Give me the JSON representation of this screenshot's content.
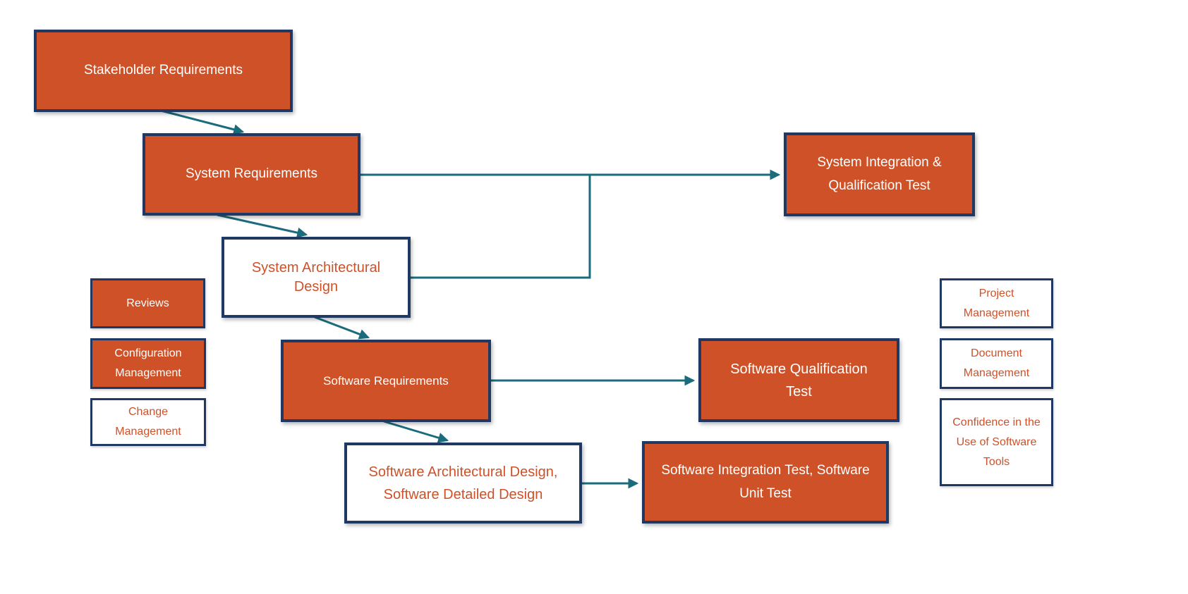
{
  "colors": {
    "orange": "#CF5128",
    "navy": "#1F3864",
    "teal": "#1A6C7D",
    "background": "#FFFFFF"
  },
  "nodes": {
    "stakeholder_requirements": {
      "label": "Stakeholder Requirements"
    },
    "system_requirements": {
      "label": "System Requirements"
    },
    "system_integration_qualification_test": {
      "label": "System Integration & Qualification Test"
    },
    "system_architectural_design": {
      "label": "System Architectural Design"
    },
    "software_requirements": {
      "label": "Software Requirements"
    },
    "software_qualification_test": {
      "label": "Software Qualification Test"
    },
    "software_architectural_detailed_design": {
      "label": "Software Architectural Design, Software Detailed Design"
    },
    "software_integration_unit_test": {
      "label": "Software Integration Test, Software Unit Test"
    },
    "reviews": {
      "label": "Reviews"
    },
    "configuration_management": {
      "label": "Configuration Management"
    },
    "change_management": {
      "label": "Change Management"
    },
    "project_management": {
      "label": "Project Management"
    },
    "document_management": {
      "label": "Document Management"
    },
    "confidence_in_the_use_of_software_tools": {
      "label": "Confidence in the Use of Software Tools"
    }
  }
}
